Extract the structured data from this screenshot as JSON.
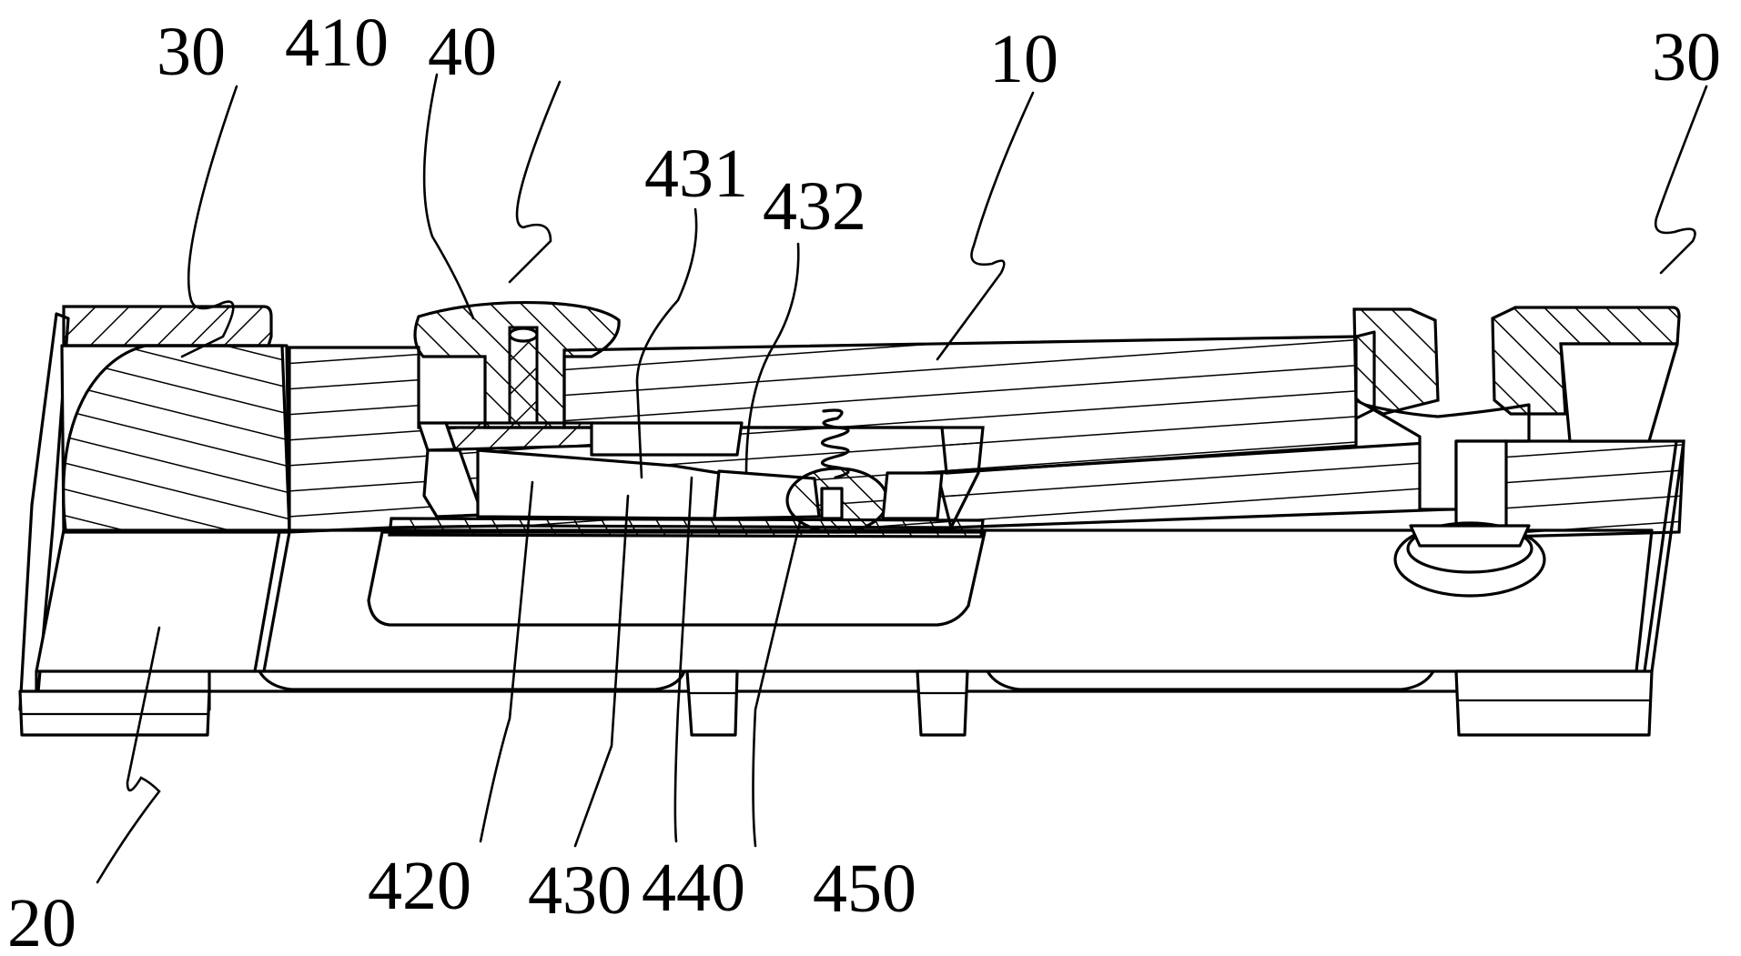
{
  "figure": {
    "type": "patent cross-section drawing",
    "colors": {
      "line": "#000000",
      "background": "#ffffff"
    }
  },
  "labels": {
    "l30_left": "30",
    "l410": "410",
    "l40": "40",
    "l10": "10",
    "l30_right": "30",
    "l431": "431",
    "l432": "432",
    "l20": "20",
    "l420": "420",
    "l430": "430",
    "l440": "440",
    "l450": "450"
  }
}
